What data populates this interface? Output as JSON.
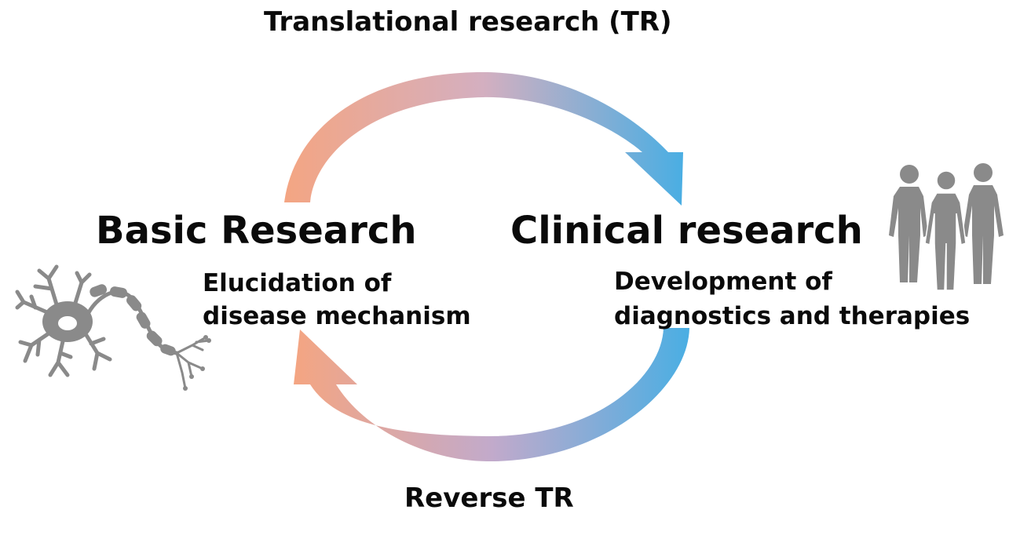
{
  "diagram": {
    "top_arrow_label": "Translational research (TR)",
    "bottom_arrow_label": "Reverse TR",
    "basic": {
      "title": "Basic Research",
      "subtitle_lines": [
        "Elucidation of",
        "disease mechanism"
      ],
      "icon": "neuron-icon"
    },
    "clinical": {
      "title": "Clinical research",
      "subtitle_lines": [
        "Development of",
        "diagnostics and therapies"
      ],
      "icon": "people-icon"
    },
    "colors": {
      "arrow_start": "#f4a582",
      "arrow_mid": "#b9a8c9",
      "arrow_end": "#4aaee3",
      "icon_gray": "#8a8a8a",
      "text": "#0a0a0a"
    }
  }
}
